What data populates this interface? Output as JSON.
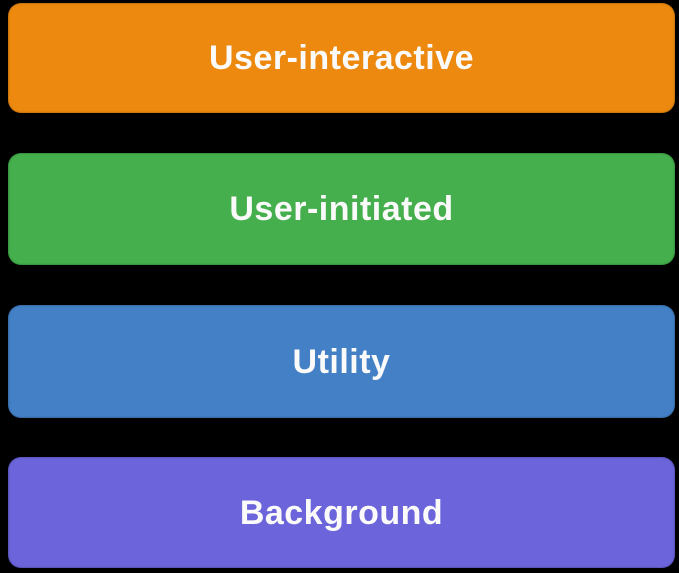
{
  "slide": {
    "background_color": "#000000",
    "label_text_color": "#fafafa",
    "bars": [
      {
        "label": "User-interactive",
        "color": "#ec890e"
      },
      {
        "label": "User-initiated",
        "color": "#44af4c"
      },
      {
        "label": "Utility",
        "color": "#4380c6"
      },
      {
        "label": "Background",
        "color": "#6b64db"
      }
    ]
  }
}
